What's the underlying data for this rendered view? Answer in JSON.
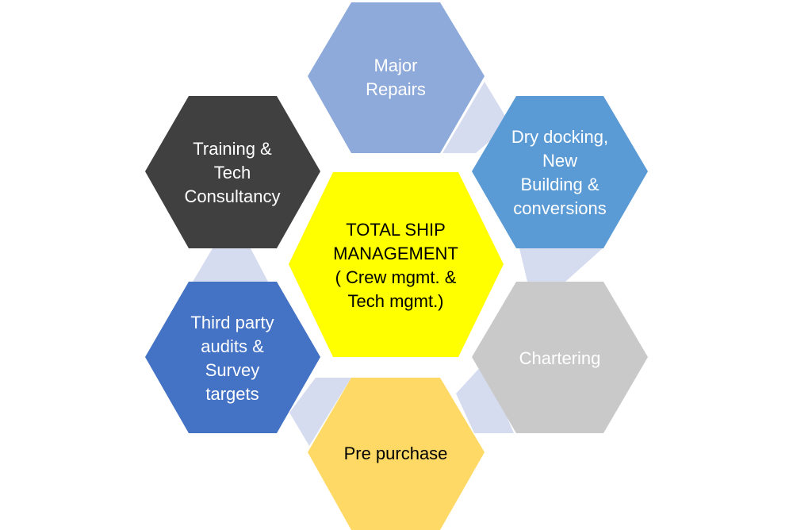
{
  "diagram": {
    "center": {
      "lines": [
        "TOTAL SHIP",
        "MANAGEMENT",
        "( Crew mgmt. &",
        "Tech mgmt.)"
      ],
      "fill": "#ffff00",
      "text_color": "#000000"
    },
    "items": [
      {
        "id": "major-repairs",
        "lines": [
          "Major",
          "Repairs"
        ],
        "fill": "#8eaadb",
        "text_color": "#ffffff"
      },
      {
        "id": "dry-docking",
        "lines": [
          "Dry docking,",
          "New",
          "Building &",
          "conversions"
        ],
        "fill": "#5b9bd5",
        "text_color": "#ffffff"
      },
      {
        "id": "chartering",
        "lines": [
          "Chartering"
        ],
        "fill": "#c9c9c9",
        "text_color": "#ffffff"
      },
      {
        "id": "pre-purchase",
        "lines": [
          "Pre purchase"
        ],
        "fill": "#ffd966",
        "text_color": "#000000"
      },
      {
        "id": "third-party-audits",
        "lines": [
          "Third party",
          "audits &",
          "Survey",
          "targets"
        ],
        "fill": "#4472c4",
        "text_color": "#ffffff"
      },
      {
        "id": "training-tech-consultancy",
        "lines": [
          "Training  &",
          "Tech",
          "Consultancy"
        ],
        "fill": "#404040",
        "text_color": "#ffffff"
      }
    ],
    "connector_color": "#d6dcf0"
  }
}
